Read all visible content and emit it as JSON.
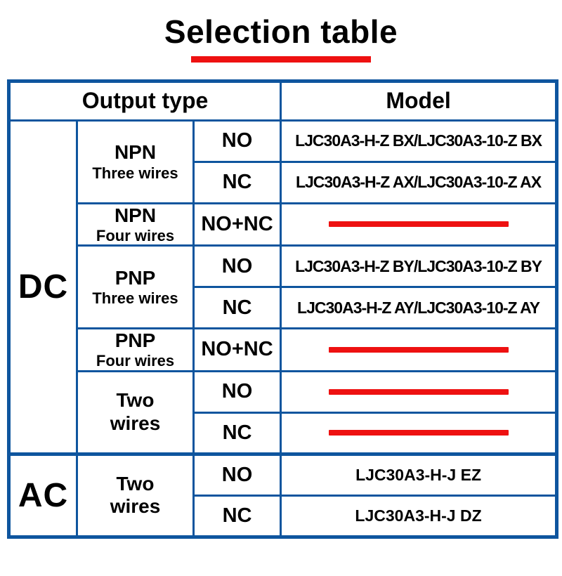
{
  "title": {
    "text": "Selection table"
  },
  "colors": {
    "table_border_blue": "#0e559e",
    "accent_red": "#ee1111",
    "text_black": "#000000"
  },
  "table": {
    "header": {
      "output_type": "Output type",
      "model": "Model"
    },
    "sections": [
      {
        "power_label": "DC",
        "groups": [
          {
            "line1": "NPN",
            "line2": "Three wires",
            "rows": [
              {
                "output": "NO",
                "model": "LJC30A3-H-Z BX/LJC30A3-10-Z BX",
                "unavailable": false
              },
              {
                "output": "NC",
                "model": "LJC30A3-H-Z AX/LJC30A3-10-Z AX",
                "unavailable": false
              }
            ]
          },
          {
            "line1": "NPN",
            "line2": "Four wires",
            "rows": [
              {
                "output": "NO+NC",
                "model": "",
                "unavailable": true
              }
            ]
          },
          {
            "line1": "PNP",
            "line2": "Three wires",
            "rows": [
              {
                "output": "NO",
                "model": "LJC30A3-H-Z BY/LJC30A3-10-Z BY",
                "unavailable": false
              },
              {
                "output": "NC",
                "model": "LJC30A3-H-Z AY/LJC30A3-10-Z AY",
                "unavailable": false
              }
            ]
          },
          {
            "line1": "PNP",
            "line2": "Four wires",
            "rows": [
              {
                "output": "NO+NC",
                "model": "",
                "unavailable": true
              }
            ]
          },
          {
            "line1": "Two",
            "line2": "wires",
            "rows": [
              {
                "output": "NO",
                "model": "",
                "unavailable": true
              },
              {
                "output": "NC",
                "model": "",
                "unavailable": true
              }
            ]
          }
        ]
      },
      {
        "power_label": "AC",
        "groups": [
          {
            "line1": "Two",
            "line2": "wires",
            "rows": [
              {
                "output": "NO",
                "model": "LJC30A3-H-J EZ",
                "unavailable": false
              },
              {
                "output": "NC",
                "model": "LJC30A3-H-J DZ",
                "unavailable": false
              }
            ]
          }
        ]
      }
    ]
  }
}
